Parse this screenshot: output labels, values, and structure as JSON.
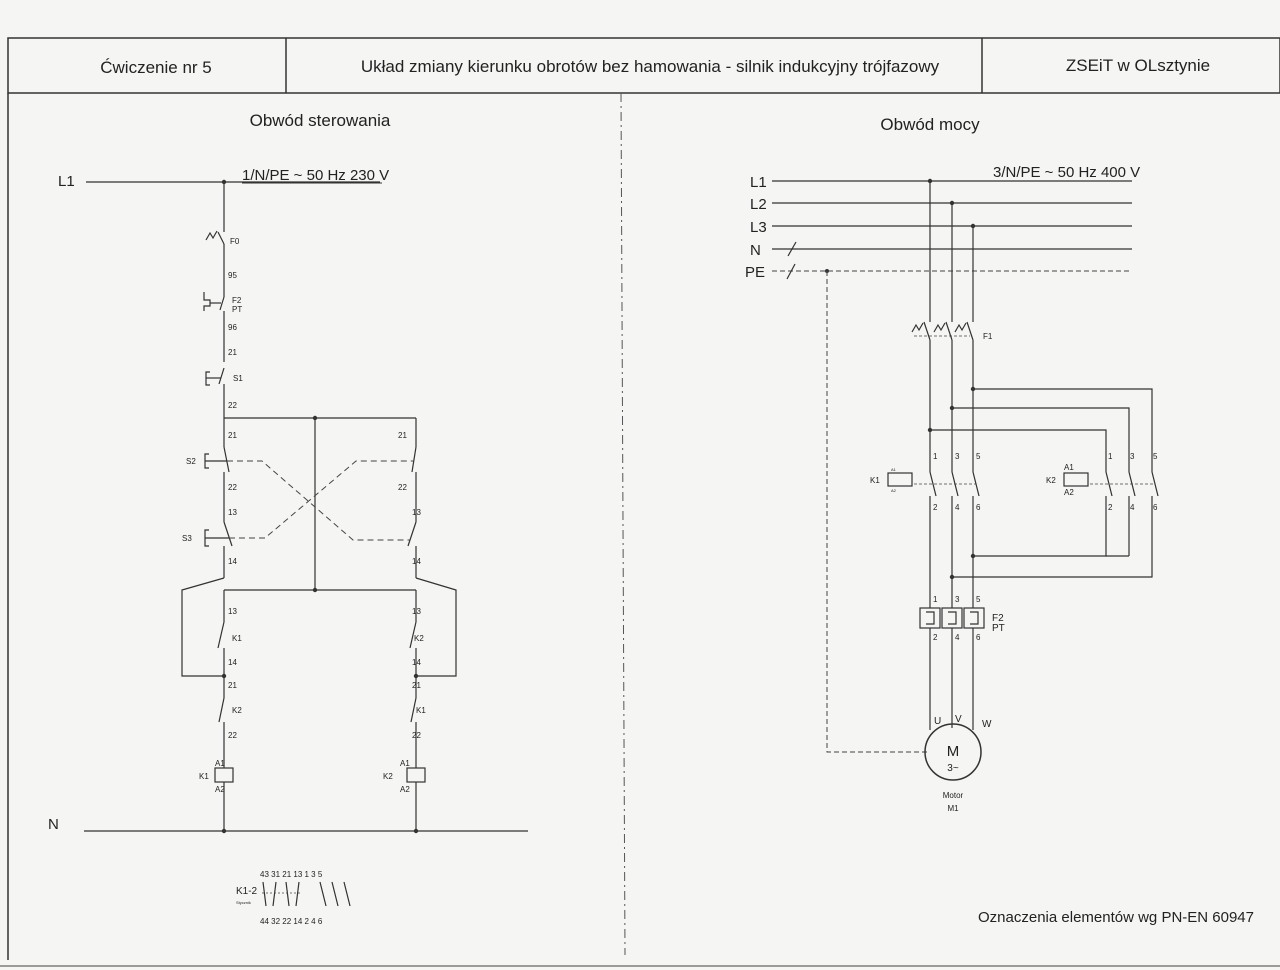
{
  "header": {
    "exercise": "Ćwiczenie nr 5",
    "title": "Układ zmiany kierunku obrotów bez hamowania - silnik indukcyjny trójfazowy",
    "school": "ZSEiT w OLsztynie"
  },
  "control": {
    "title": "Obwód sterowania",
    "supply": "1/N/PE ~ 50 Hz 230 V",
    "l1": "L1",
    "n": "N",
    "f0": "F0",
    "f2": "F2",
    "pt": "PT",
    "s1": "S1",
    "s2": "S2",
    "s3": "S3",
    "k1": "K1",
    "k2": "K2",
    "a1": "A1",
    "a2": "A2",
    "n95": "95",
    "n96": "96",
    "n21": "21",
    "n22": "22",
    "n13": "13",
    "n14": "14",
    "legend_name": "K1-2",
    "legend_small": "Stycznik",
    "legend_top": "43 31 21 13  1  3  5",
    "legend_bottom": "44 32 22 14  2  4  6"
  },
  "power": {
    "title": "Obwód mocy",
    "supply": "3/N/PE ~ 50 Hz 400 V",
    "l1": "L1",
    "l2": "L2",
    "l3": "L3",
    "n": "N",
    "pe": "PE",
    "f1": "F1",
    "k1": "K1",
    "k2": "K2",
    "a1": "A1",
    "a2": "A2",
    "f2": "F2",
    "pt": "PT",
    "u": "U",
    "v": "V",
    "w": "W",
    "motor_m": "M",
    "motor_3": "3~",
    "motor": "Motor",
    "m1": "M1",
    "t1": "1",
    "t2": "2",
    "t3": "3",
    "t4": "4",
    "t5": "5",
    "t6": "6"
  },
  "footer": {
    "note": "Oznaczenia elementów wg PN-EN 60947"
  }
}
